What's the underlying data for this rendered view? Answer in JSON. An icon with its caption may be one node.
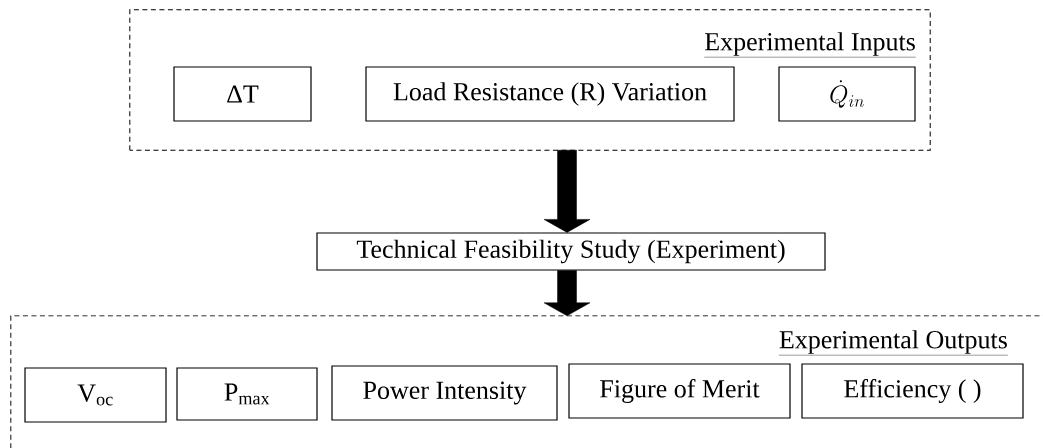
{
  "diagram": {
    "nodes": [
      {
        "text": [
          "Experimental Inputs"
        ]
      },
      {
        "text": [
          "ΔT"
        ],
        "in": 0
      },
      {
        "text": [
          "Load Resistance (R) Variation"
        ],
        "in": 0
      },
      {
        "text": [
          "\\dot{Q}_{in}"
        ],
        "in": 0
      },
      {
        "text": [
          "Technical Feasibility Study (Experiment)"
        ]
      },
      {
        "text": [
          "Experimental Outputs"
        ]
      },
      {
        "text": [
          "V$_{oc}$"
        ],
        "in": 5
      },
      {
        "text": [
          "P$_{max}$"
        ],
        "in": 5
      },
      {
        "text": [
          "Power Intensity"
        ],
        "in": 5
      },
      {
        "text": [
          "Figure of Merit"
        ],
        "in": 5
      },
      {
        "text": [
          "Efficiency (  )"
        ],
        "in": 5
      }
    ],
    "edges": [
      {
        "from": 0,
        "to": 4,
        "arrow": "to",
        "style": "thick"
      },
      {
        "from": 4,
        "to": 5,
        "arrow": "to",
        "style": "thick"
      }
    ]
  }
}
